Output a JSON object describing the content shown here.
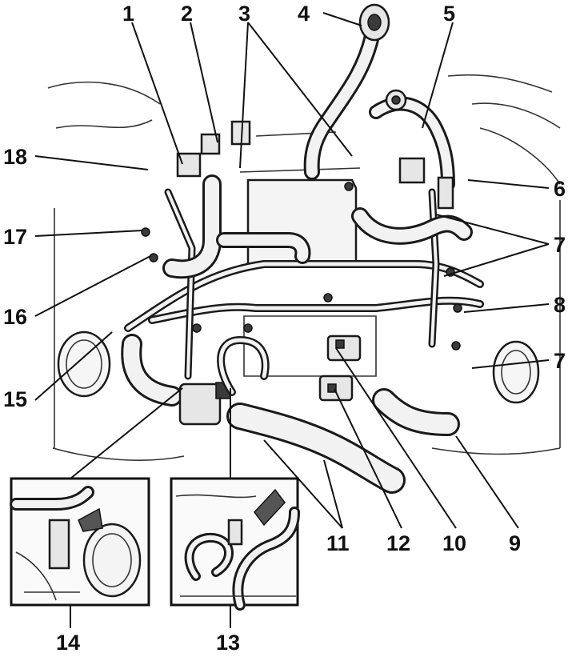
{
  "callouts": [
    "1",
    "2",
    "3",
    "4",
    "5",
    "6",
    "7",
    "7",
    "8",
    "9",
    "10",
    "11",
    "12",
    "13",
    "14",
    "15",
    "16",
    "17",
    "18"
  ],
  "colors": {
    "ink": "#111111",
    "paper": "#ffffff",
    "shade": "#e6e6e6"
  },
  "insets": [
    {
      "label_index": 13,
      "content": "detail-view-hose-connection"
    },
    {
      "label_index": 12,
      "content": "detail-view-valve-connection"
    }
  ]
}
